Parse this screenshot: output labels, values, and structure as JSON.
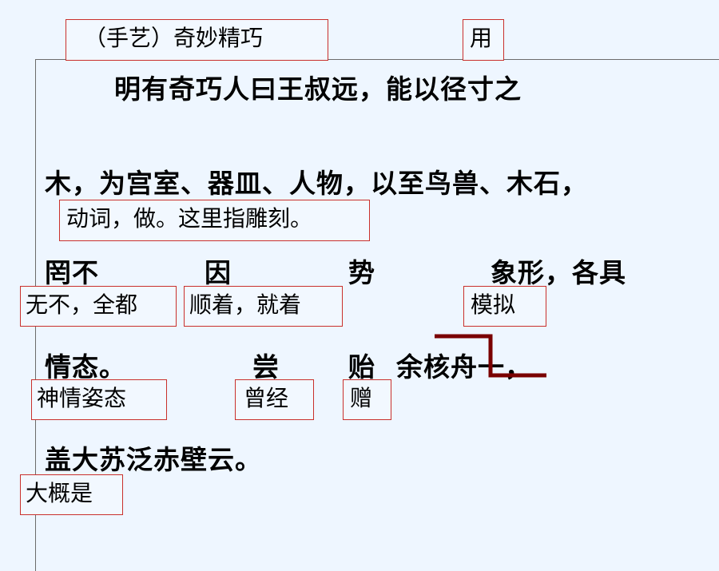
{
  "text": {
    "line1": "明有奇巧人曰王叔远，能以径寸之",
    "line2": "木，为宫室、器皿、人物，以至鸟兽、木石，",
    "line3_a": "罔不",
    "line3_b": "因",
    "line3_c": "势",
    "line3_d": "象形，各具",
    "line4_a": "情态。",
    "line4_b": "尝",
    "line4_c": "贻",
    "line4_d": "余核舟一，",
    "line5": "盖大苏泛赤壁云。"
  },
  "notes": {
    "title": "（手艺）奇妙精巧",
    "yong": "用",
    "wei": "动词，做。这里指雕刻。",
    "wangbu": "无不，全都",
    "yin": "顺着，就着",
    "xiang": "模拟",
    "qingtai": "神情姿态",
    "chang": "曾经",
    "yi": "赠",
    "gai": "大概是"
  },
  "colors": {
    "background": "#eef6ff",
    "note_border": "#c9302c",
    "bracket": "#7a0000"
  }
}
